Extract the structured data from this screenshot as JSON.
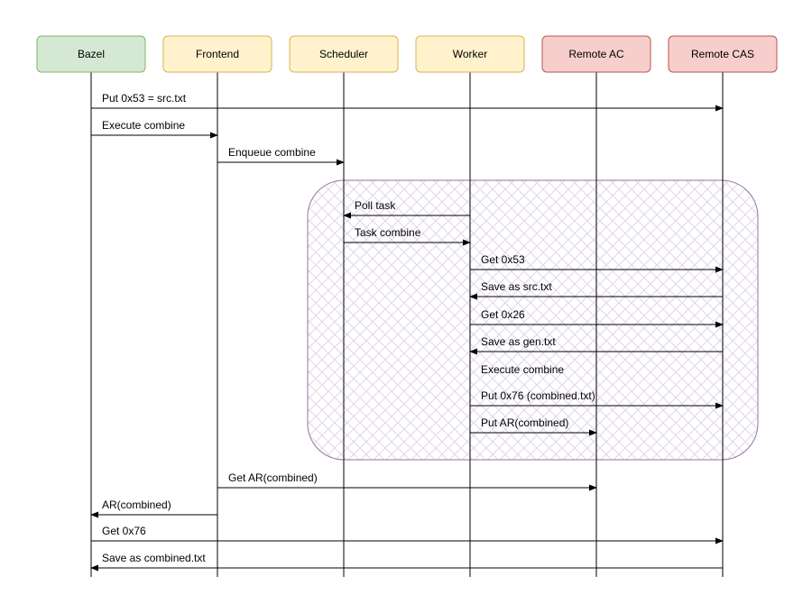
{
  "actors": [
    {
      "id": "bazel",
      "label": "Bazel",
      "fill": "#d5e8d4",
      "stroke": "#82b366"
    },
    {
      "id": "frontend",
      "label": "Frontend",
      "fill": "#fff2cc",
      "stroke": "#d6b656"
    },
    {
      "id": "scheduler",
      "label": "Scheduler",
      "fill": "#fff2cc",
      "stroke": "#d6b656"
    },
    {
      "id": "worker",
      "label": "Worker",
      "fill": "#fff2cc",
      "stroke": "#d6b656"
    },
    {
      "id": "remote-ac",
      "label": "Remote AC",
      "fill": "#f8cecc",
      "stroke": "#b85450"
    },
    {
      "id": "remote-cas",
      "label": "Remote CAS",
      "fill": "#f8cecc",
      "stroke": "#b85450"
    }
  ],
  "messages": [
    {
      "from": "bazel",
      "to": "remote-cas",
      "label": "Put 0x53 = src.txt"
    },
    {
      "from": "bazel",
      "to": "frontend",
      "label": "Execute combine"
    },
    {
      "from": "frontend",
      "to": "scheduler",
      "label": "Enqueue combine"
    },
    {
      "from": "worker",
      "to": "scheduler",
      "label": "Poll task"
    },
    {
      "from": "scheduler",
      "to": "worker",
      "label": "Task combine"
    },
    {
      "from": "worker",
      "to": "remote-cas",
      "label": "Get 0x53"
    },
    {
      "from": "remote-cas",
      "to": "worker",
      "label": "Save as src.txt"
    },
    {
      "from": "worker",
      "to": "remote-cas",
      "label": "Get 0x26"
    },
    {
      "from": "remote-cas",
      "to": "worker",
      "label": "Save as gen.txt"
    },
    {
      "from": "worker",
      "to": "worker",
      "label": "Execute combine",
      "note": true
    },
    {
      "from": "worker",
      "to": "remote-cas",
      "label": "Put 0x76 (combined.txt)"
    },
    {
      "from": "worker",
      "to": "remote-ac",
      "label": "Put AR(combined)"
    },
    {
      "from": "frontend",
      "to": "remote-ac",
      "label": "Get AR(combined)"
    },
    {
      "from": "frontend",
      "to": "bazel",
      "label": "AR(combined)"
    },
    {
      "from": "bazel",
      "to": "remote-cas",
      "label": "Get 0x76"
    },
    {
      "from": "remote-cas",
      "to": "bazel",
      "label": "Save as combined.txt"
    }
  ],
  "region": {
    "stroke": "#9673a6",
    "hatch": "#e1d5e7"
  }
}
